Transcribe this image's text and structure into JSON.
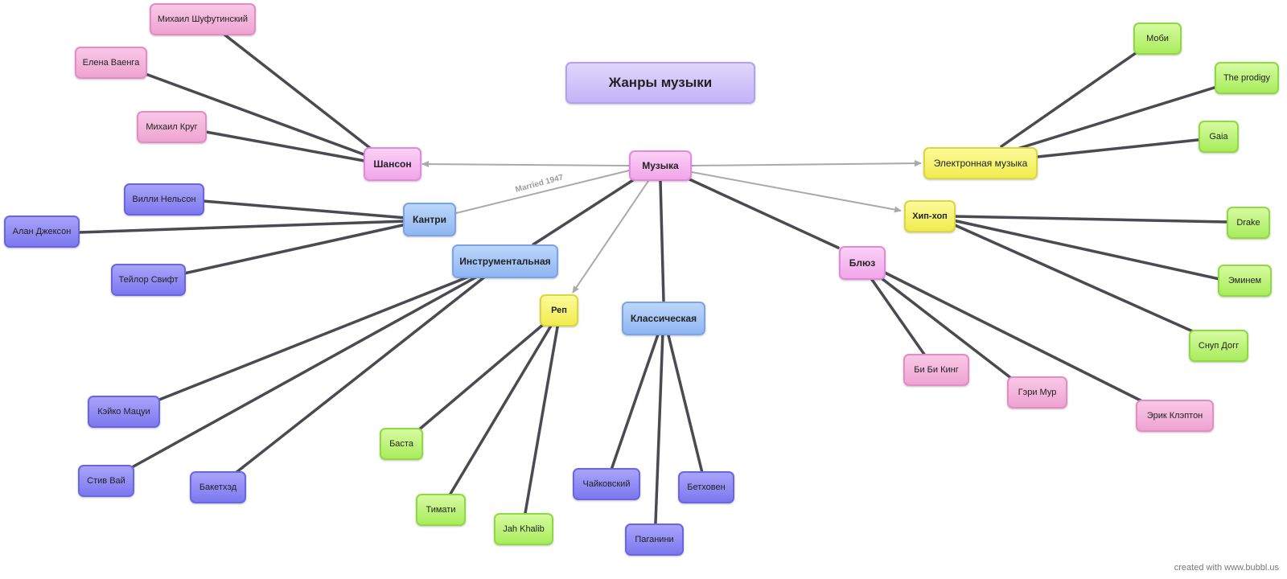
{
  "title": "Жанры музыки",
  "root": "Музыка",
  "genres": {
    "chanson": "Шансон",
    "country": "Кантри",
    "instrumental": "Инструментальная",
    "rap": "Реп",
    "classical": "Классическая",
    "blues": "Блюз",
    "hiphop": "Хип-хоп",
    "electronic": "Электронная музыка"
  },
  "artists": {
    "shufutinsky": "Михаил Шуфутинский",
    "vaenga": "Елена Ваенга",
    "krug": "Михаил Круг",
    "nelson": "Вилли Нельсон",
    "jackson": "Алан Джексон",
    "swift": "Тейлор Свифт",
    "matsui": "Кэйко Мацуи",
    "vai": "Стив Вай",
    "buckethead": "Бакетхэд",
    "basta": "Баста",
    "timati": "Тимати",
    "jahkhalib": "Jah Khalib",
    "tchaikovsky": "Чайковский",
    "paganini": "Паганини",
    "beethoven": "Бетховен",
    "bbking": "Би Би Кинг",
    "moore": "Гэри Мур",
    "clapton": "Эрик Клэптон",
    "drake": "Drake",
    "eminem": "Эминем",
    "snoop": "Снуп Догг",
    "moby": "Моби",
    "prodigy": "The prodigy",
    "gaia": "Gaia"
  },
  "edge_label": "Married 1947",
  "credit": "created with www.bubbl.us",
  "colors": {
    "edge_dark": "#4a4b52",
    "edge_arrow": "#a9a9ae",
    "pink": "#eea3d2",
    "blue": "#8fb6f2",
    "purple": "#7c78ee",
    "yellow": "#f1ec4f",
    "green": "#a9ec5c",
    "title": "#c3b3f7"
  }
}
